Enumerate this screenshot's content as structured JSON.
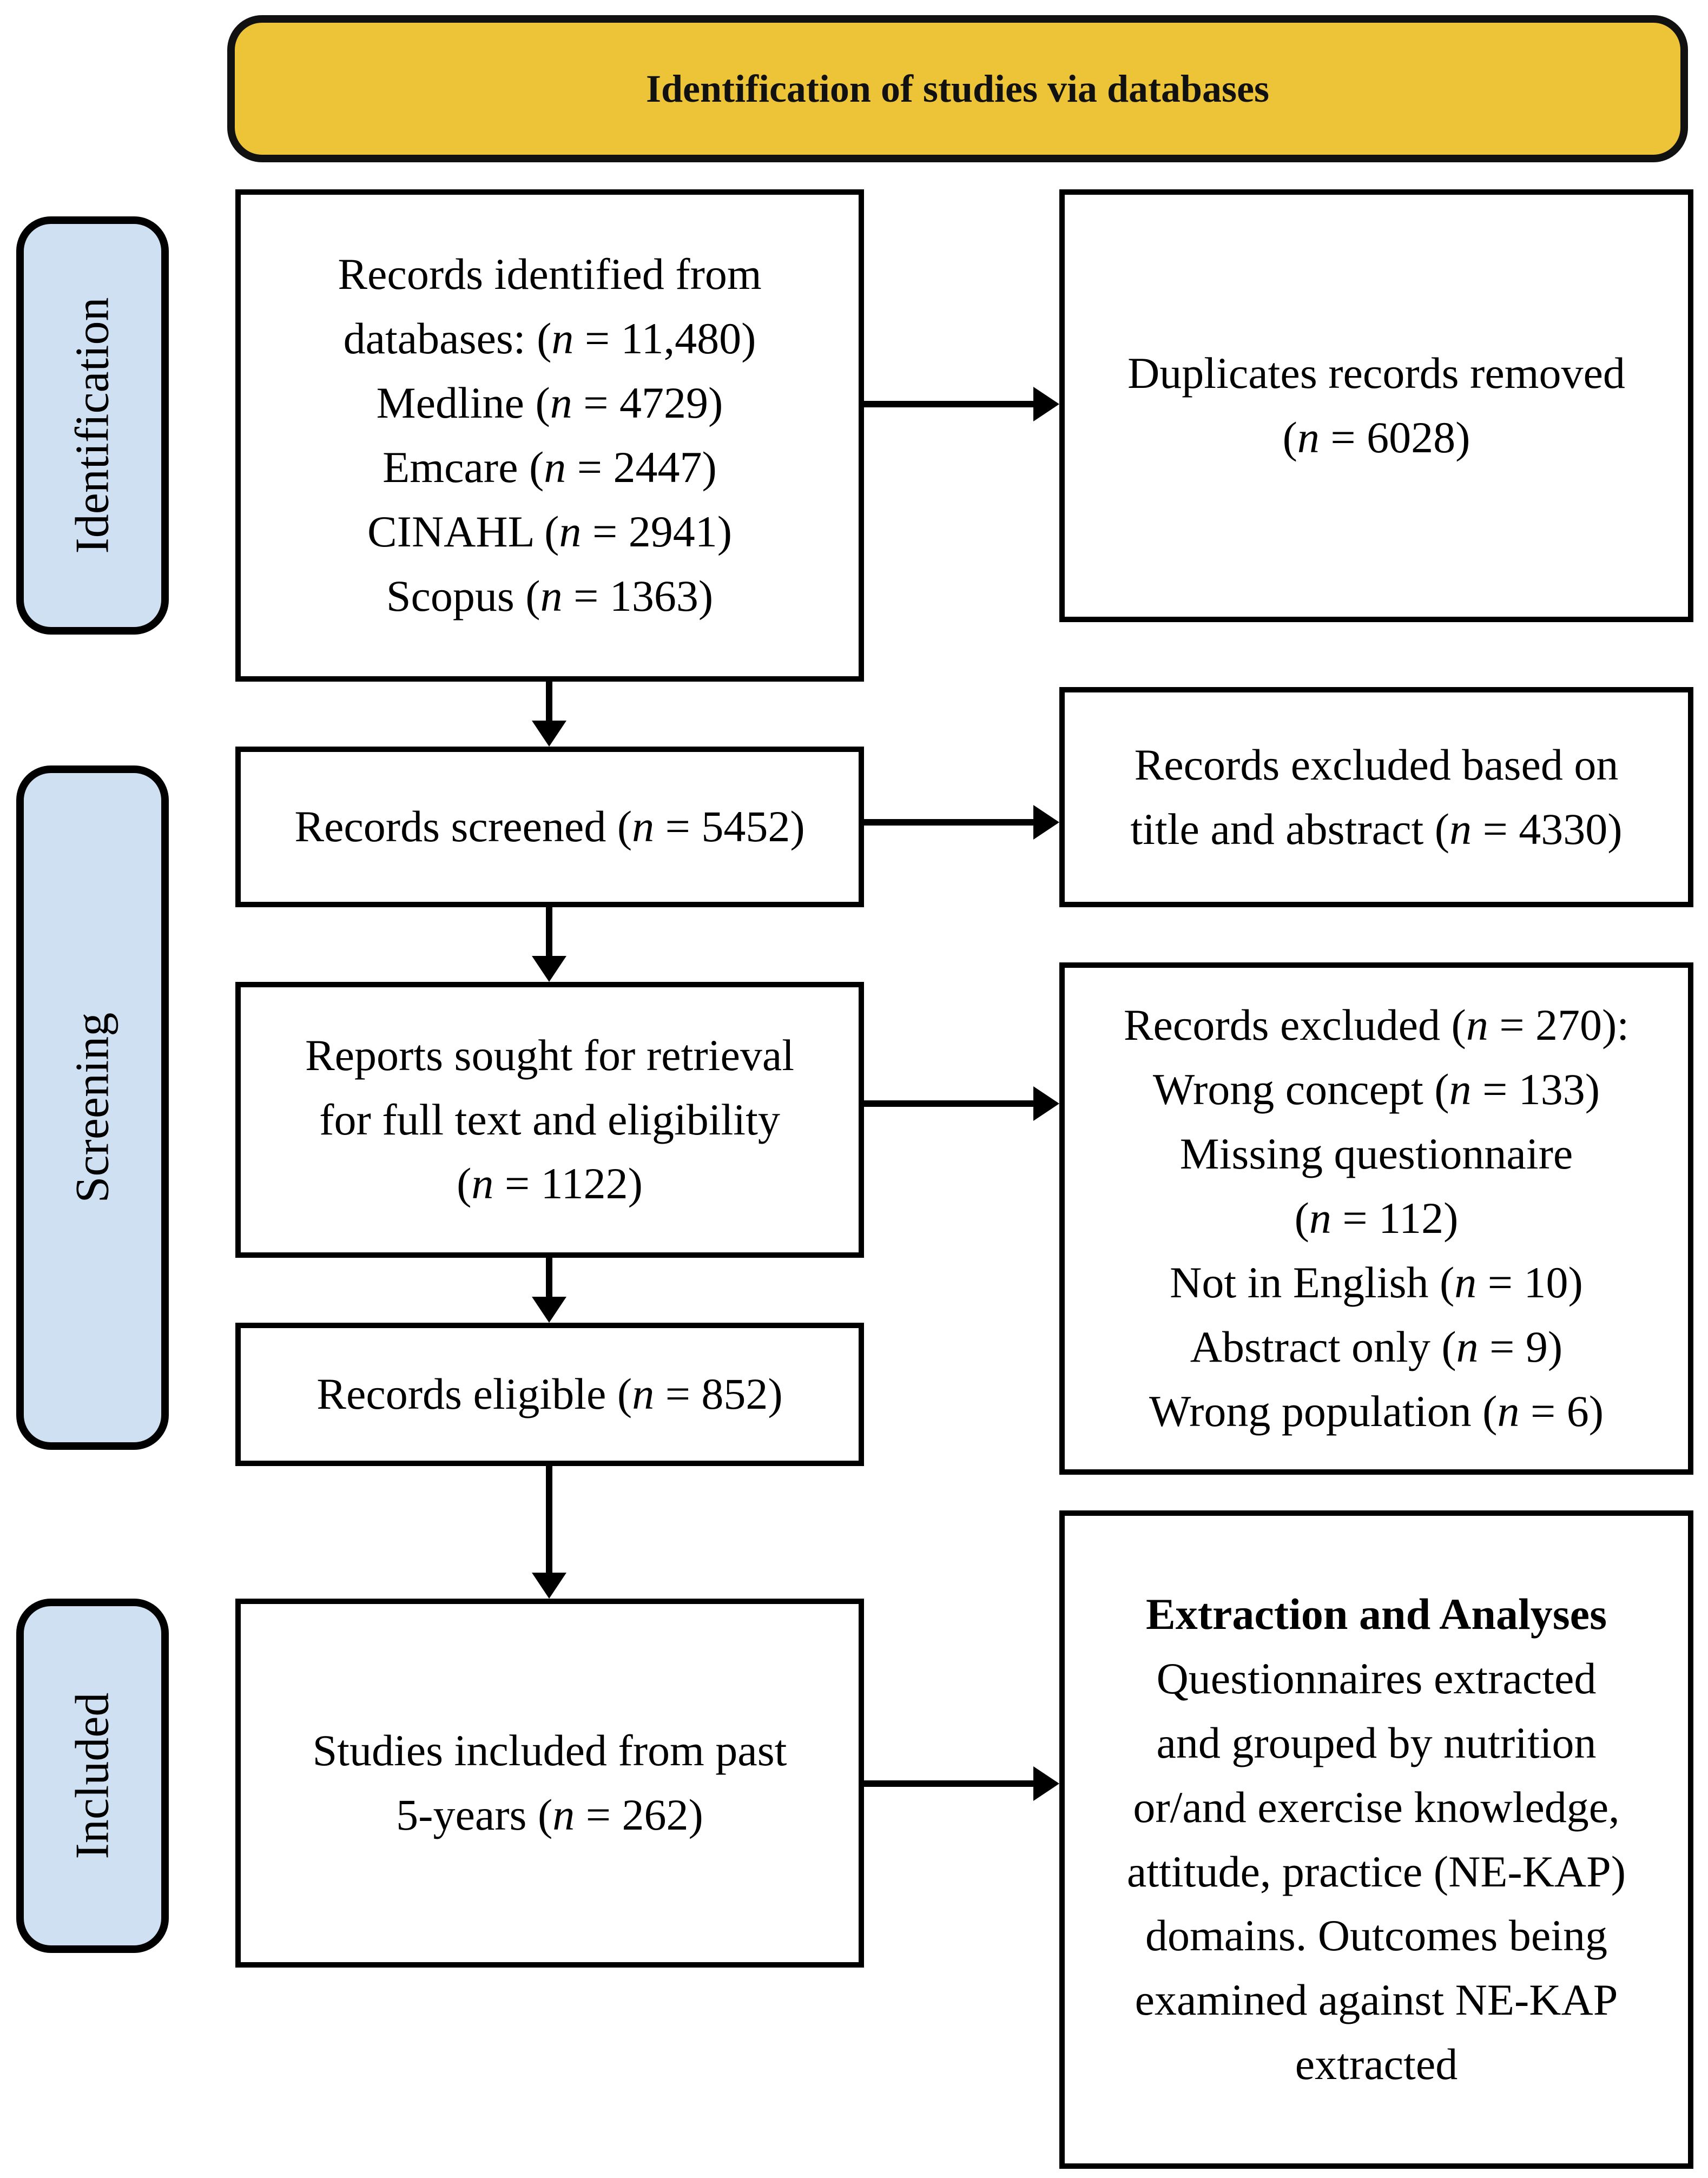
{
  "figure": {
    "header": {
      "label": "Identification of studies via databases"
    },
    "sidebar": [
      {
        "label": "Identification"
      },
      {
        "label": "Screening"
      },
      {
        "label": "Included"
      }
    ],
    "colors": {
      "header_fill": "#edc338",
      "sidebar_fill": "#cfe0f2",
      "box_fill": "#ffffff",
      "border": "#000000",
      "text": "#000000"
    },
    "boxes": {
      "records_identified": {
        "lines": [
          {
            "pre": "Records identified from"
          },
          {
            "pre": "databases: (",
            "it": "n",
            "post": " = 11,480)"
          },
          {
            "pre": "Medline (",
            "it": "n",
            "post": " = 4729)"
          },
          {
            "pre": "Emcare (",
            "it": "n",
            "post": " = 2447)"
          },
          {
            "pre": "CINAHL (",
            "it": "n",
            "post": " = 2941)"
          },
          {
            "pre": "Scopus (",
            "it": "n",
            "post": " = 1363)"
          }
        ]
      },
      "duplicates_removed": {
        "lines": [
          {
            "pre": "Duplicates records removed"
          },
          {
            "pre": "(",
            "it": "n",
            "post": " = 6028)"
          }
        ]
      },
      "records_screened": {
        "lines": [
          {
            "pre": "Records screened (",
            "it": "n",
            "post": " = 5452)"
          }
        ]
      },
      "excluded_title_abstract": {
        "lines": [
          {
            "pre": "Records excluded based on"
          },
          {
            "pre": "title and abstract (",
            "it": "n",
            "post": " = 4330)"
          }
        ]
      },
      "reports_sought": {
        "lines": [
          {
            "pre": "Reports sought for retrieval"
          },
          {
            "pre": "for full text and eligibility"
          },
          {
            "pre": "(",
            "it": "n",
            "post": " = 1122)"
          }
        ]
      },
      "records_excluded_reasons": {
        "lines": [
          {
            "pre": "Records excluded (",
            "it": "n",
            "post": " = 270):"
          },
          {
            "pre": "Wrong concept (",
            "it": "n",
            "post": " = 133)"
          },
          {
            "pre": "Missing questionnaire"
          },
          {
            "pre": "(",
            "it": "n",
            "post": " = 112)"
          },
          {
            "pre": "Not in English (",
            "it": "n",
            "post": " = 10)"
          },
          {
            "pre": "Abstract only (",
            "it": "n",
            "post": " = 9)"
          },
          {
            "pre": "Wrong population (",
            "it": "n",
            "post": " = 6)"
          }
        ]
      },
      "records_eligible": {
        "lines": [
          {
            "pre": "Records eligible (",
            "it": "n",
            "post": " = 852)"
          }
        ]
      },
      "studies_included": {
        "lines": [
          {
            "pre": "Studies included from past"
          },
          {
            "pre": "5-years (",
            "it": "n",
            "post": " = 262)"
          }
        ]
      },
      "extraction_analyses": {
        "lines": [
          {
            "pre": "Extraction and Analyses",
            "bold": true
          },
          {
            "pre": "Questionnaires extracted"
          },
          {
            "pre": "and grouped by nutrition"
          },
          {
            "pre": "or/and exercise knowledge,"
          },
          {
            "pre": "attitude, practice (NE-KAP)"
          },
          {
            "pre": "domains. Outcomes being"
          },
          {
            "pre": "examined against NE-KAP"
          },
          {
            "pre": "extracted"
          }
        ]
      }
    }
  }
}
